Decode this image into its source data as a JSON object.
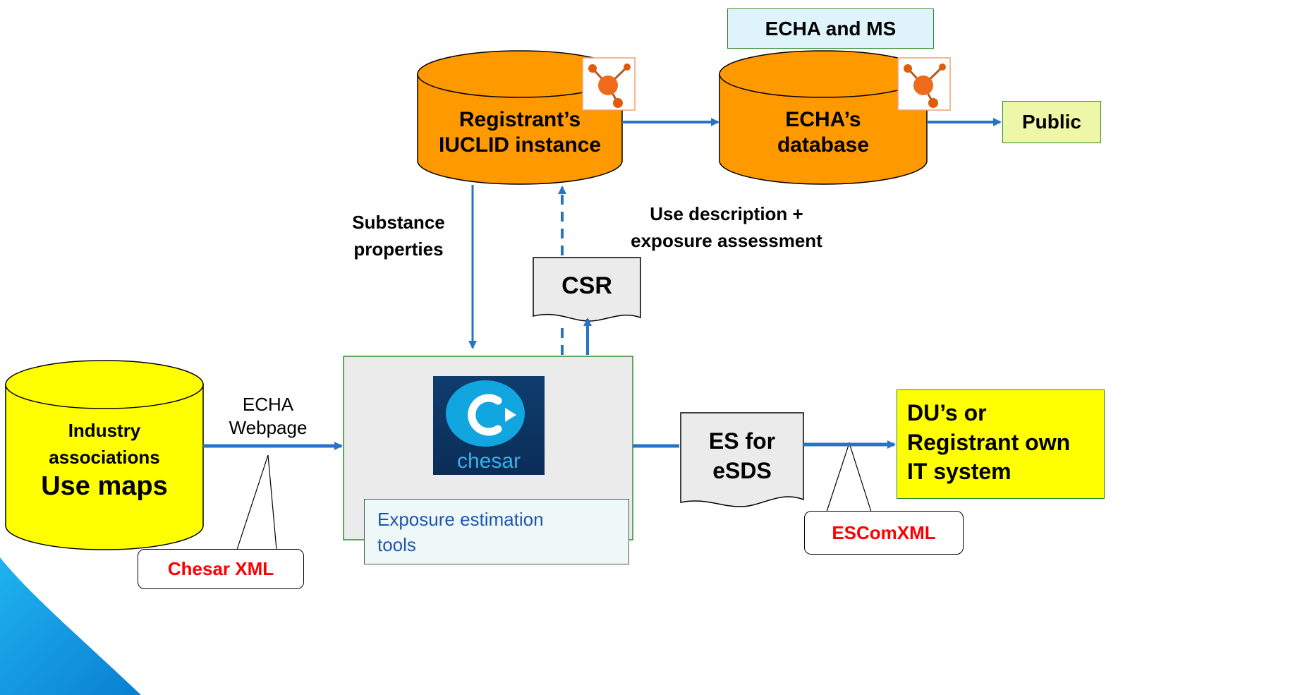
{
  "top_group": {
    "label": "ECHA and MS",
    "fill": "#dff3fb",
    "border": "#2e8b2e"
  },
  "registrant_db": {
    "line1": "Registrant’s",
    "line2": "IUCLID instance",
    "fill": "#ff9900"
  },
  "echa_db": {
    "line1": "ECHA’s",
    "line2": "database",
    "fill": "#ff9900"
  },
  "public_box": {
    "label": "Public",
    "fill": "#eef7a8"
  },
  "substance_properties": {
    "line1": "Substance",
    "line2": "properties"
  },
  "use_description": {
    "line1": "Use description +",
    "line2": "exposure assessment"
  },
  "csr_doc": {
    "label": "CSR"
  },
  "industry_db": {
    "line1": "Industry",
    "line2": "associations",
    "line3": "Use maps",
    "fill": "#ffff00"
  },
  "echa_webpage": {
    "line1": "ECHA",
    "line2": "Webpage"
  },
  "chesar_logo": {
    "text": "chesar"
  },
  "exposure_tools": {
    "line1": "Exposure estimation",
    "line2": "tools"
  },
  "es_doc": {
    "line1": "ES for",
    "line2": "eSDS"
  },
  "du_box": {
    "line1": "DU’s or",
    "line2": "Registrant own",
    "line3": "IT system",
    "fill": "#ffff00"
  },
  "chesar_xml": {
    "label": "Chesar XML",
    "color": "#ff0000"
  },
  "escom_xml": {
    "label": "ESComXML",
    "color": "#ff0000"
  },
  "colors": {
    "arrow_blue": "#2a73c4",
    "box_green": "#2e8b2e"
  }
}
